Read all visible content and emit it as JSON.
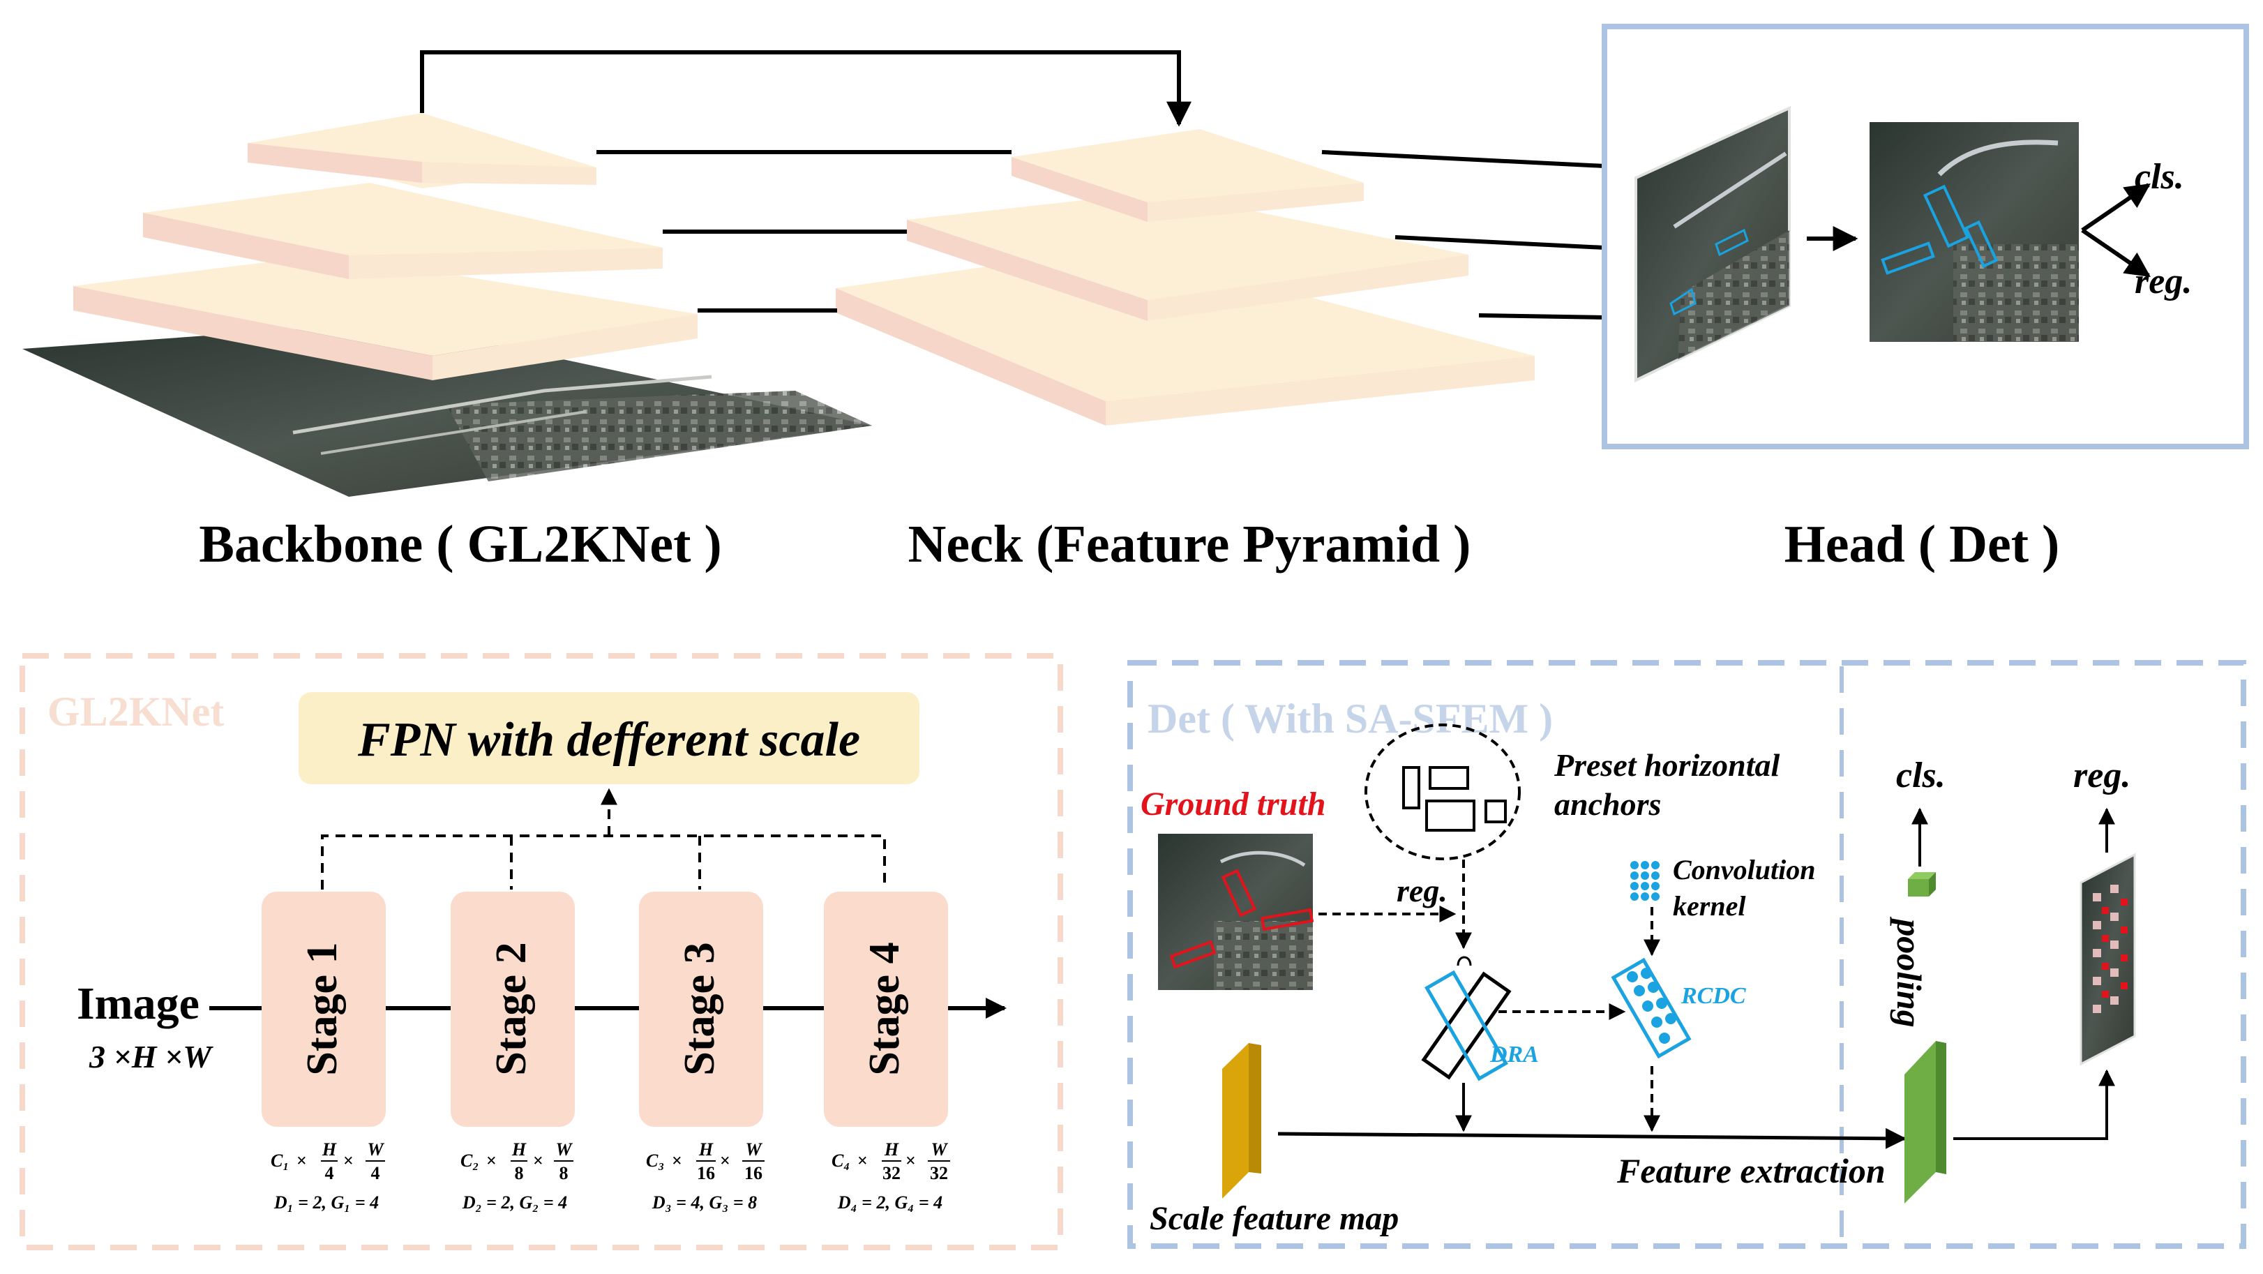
{
  "top_titles": {
    "backbone": "Backbone ( GL2KNet )",
    "neck": "Neck (Feature Pyramid )",
    "head": "Head ( Det )"
  },
  "head_outputs": {
    "cls": "cls.",
    "reg": "reg."
  },
  "gl2knet_panel": {
    "title": "GL2KNet",
    "fpn_label": "FPN with defferent scale",
    "input_label": "Image",
    "input_shape": "3 ×H ×W",
    "stages": [
      {
        "name": "Stage 1",
        "c": "C₁",
        "h": "H",
        "h_den": "4",
        "w": "W",
        "w_den": "4",
        "dg": "D₁ = 2, G₁ = 4"
      },
      {
        "name": "Stage 2",
        "c": "C₂",
        "h": "H",
        "h_den": "8",
        "w": "W",
        "w_den": "8",
        "dg": "D₂ = 2, G₂ = 4"
      },
      {
        "name": "Stage 3",
        "c": "C₃",
        "h": "H",
        "h_den": "16",
        "w": "W",
        "w_den": "16",
        "dg": "D₃ = 4, G₃ = 8"
      },
      {
        "name": "Stage 4",
        "c": "C₄",
        "h": "H",
        "h_den": "32",
        "w": "W",
        "w_den": "32",
        "dg": "D₄ = 2, G₄ = 4"
      }
    ]
  },
  "det_panel": {
    "title": "Det ( With SA-SFEM )",
    "ground_truth": "Ground truth",
    "anchors_line1": "Preset horizontal",
    "anchors_line2": "anchors",
    "reg_label": "reg.",
    "conv_line1": "Convolution",
    "conv_line2": "kernel",
    "rcdc": "RCDC",
    "dra": "DRA",
    "feature_extraction": "Feature extraction",
    "scale_feature_map": "Scale feature map",
    "pooling": "pooling",
    "cls": "cls.",
    "reg": "reg."
  },
  "colors": {
    "layer_top": "#fdefd6",
    "layer_side": "#f6d6c8",
    "gl2knet_border": "#f7d9cc",
    "det_border": "#adc3e2",
    "stage_fill": "#fadbcc",
    "fpn_fill": "#fbefc8",
    "ground_truth_red": "#e3131b",
    "cyan": "#1aa3e0",
    "feature_map_gold": "#d9a50a",
    "pooled_green": "#6fae45"
  }
}
